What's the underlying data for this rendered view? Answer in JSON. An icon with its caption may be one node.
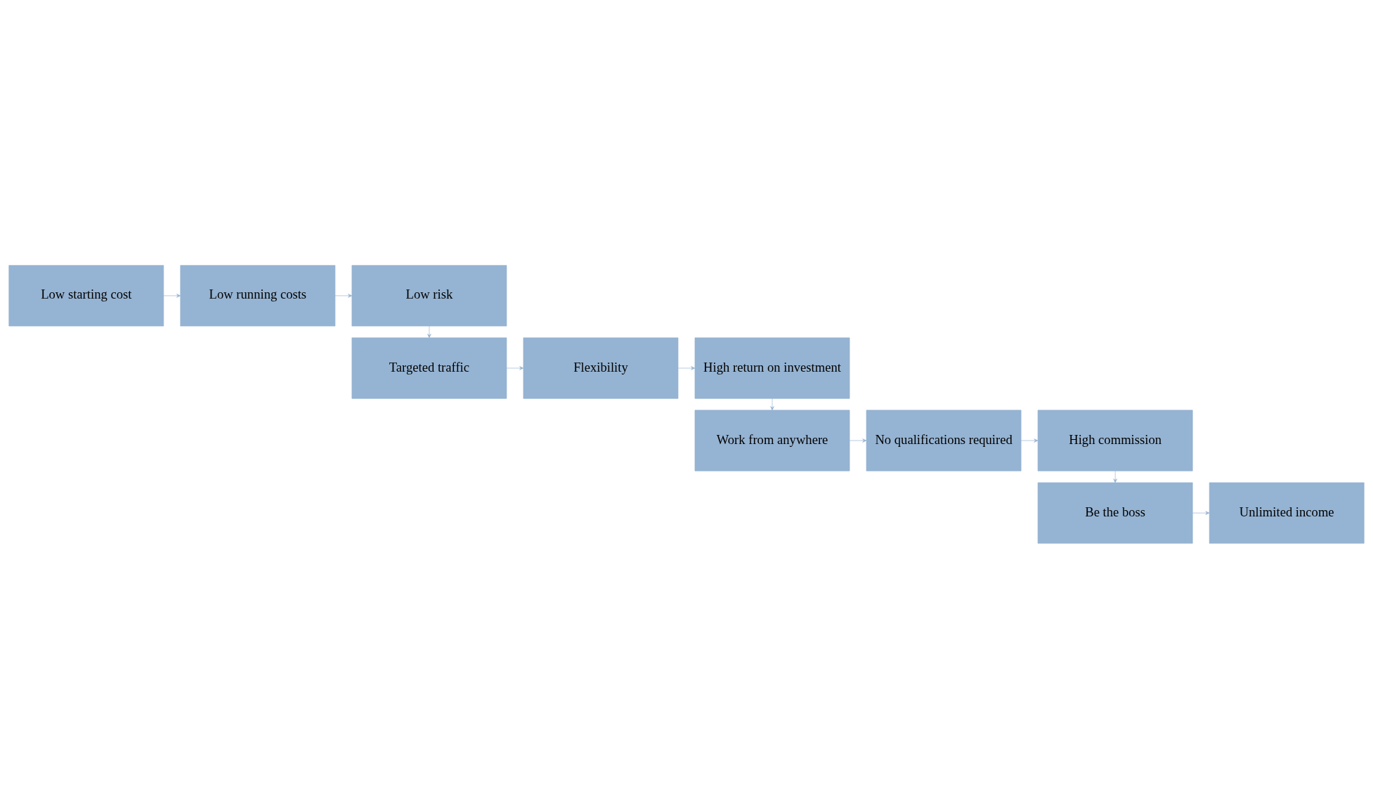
{
  "diagram": {
    "nodes": [
      {
        "text": [
          "Low starting cost"
        ]
      },
      {
        "text": [
          "Low running costs"
        ]
      },
      {
        "text": [
          "Low risk"
        ]
      },
      {
        "text": [
          "Targeted traffic"
        ]
      },
      {
        "text": [
          "Flexibility"
        ]
      },
      {
        "text": [
          "High return on investment"
        ]
      },
      {
        "text": [
          "Work from anywhere"
        ]
      },
      {
        "text": [
          "No qualifications required"
        ]
      },
      {
        "text": [
          "High commission"
        ]
      },
      {
        "text": [
          "Be the boss"
        ]
      },
      {
        "text": [
          "Unlimited income"
        ]
      }
    ],
    "edges": [
      {
        "from": 0,
        "to": 1,
        "arrow": "to"
      },
      {
        "from": 1,
        "to": 2,
        "arrow": "to"
      },
      {
        "from": 2,
        "to": 3,
        "arrow": "to"
      },
      {
        "from": 3,
        "to": 4,
        "arrow": "to"
      },
      {
        "from": 4,
        "to": 5,
        "arrow": "to"
      },
      {
        "from": 5,
        "to": 6,
        "arrow": "to"
      },
      {
        "from": 6,
        "to": 7,
        "arrow": "to"
      },
      {
        "from": 7,
        "to": 8,
        "arrow": "to"
      },
      {
        "from": 8,
        "to": 9,
        "arrow": "to"
      },
      {
        "from": 9,
        "to": 10,
        "arrow": "to"
      }
    ]
  }
}
